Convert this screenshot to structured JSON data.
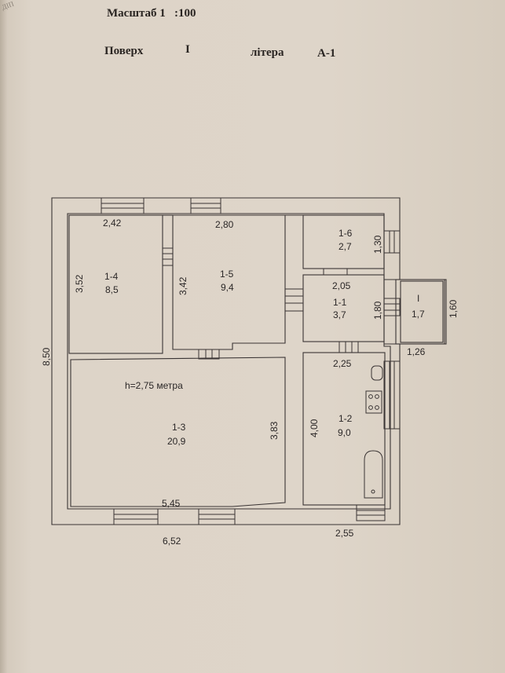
{
  "header": {
    "scale_label": "Масштаб 1",
    "scale_value": ":100",
    "floor_label": "Поверх",
    "floor_value": "I",
    "letter_label": "літера",
    "letter_value": "А-1"
  },
  "corner_text": "ДІП",
  "plan": {
    "height_note": "h=2,75 метра",
    "rooms": [
      {
        "id": "1-4",
        "area": "8,5",
        "width": "2,42",
        "depth": "3,52"
      },
      {
        "id": "1-5",
        "area": "9,4",
        "width": "2,80",
        "depth": "3,42"
      },
      {
        "id": "1-6",
        "area": "2,7",
        "depth": "1,30"
      },
      {
        "id": "1-1",
        "area": "3,7",
        "width": "2,05",
        "depth": "1,80"
      },
      {
        "id": "I",
        "area": "1,7",
        "width": "1,26",
        "depth": "1,60"
      },
      {
        "id": "1-3",
        "area": "20,9",
        "width": "5,45",
        "depth": "3,83"
      },
      {
        "id": "1-2",
        "area": "9,0",
        "width": "2,25",
        "depth": "4,00"
      }
    ],
    "outer": {
      "left_depth": "8,50",
      "bottom_left": "6,52",
      "bottom_right": "2,55"
    }
  },
  "colors": {
    "paper": "#ddd4c8",
    "ink": "#2b2727"
  }
}
